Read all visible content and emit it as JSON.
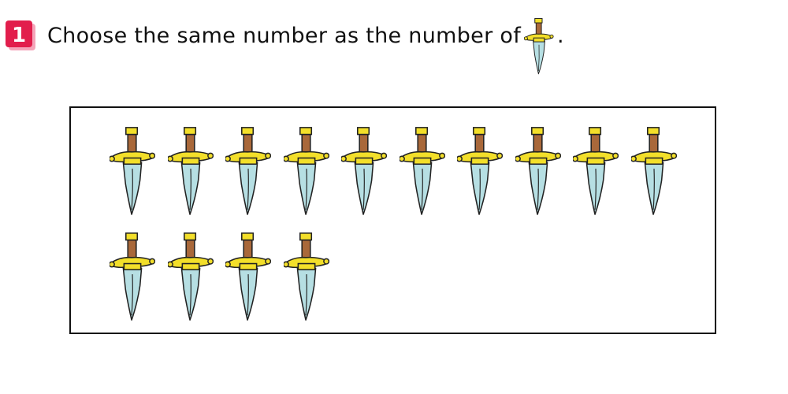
{
  "question": {
    "number": "1",
    "text": "Choose the same number as the number of",
    "end_mark": "."
  },
  "colors": {
    "badge_red": "#e21e4c",
    "badge_shadow": "#f5a4b9",
    "hilt_gold": "#f3df2a",
    "handle_brown": "#a9683a",
    "blade_blue": "#b6dfe3",
    "outline": "#222222"
  },
  "items": {
    "icon": "dagger-icon",
    "count": 14,
    "per_row": 10
  }
}
